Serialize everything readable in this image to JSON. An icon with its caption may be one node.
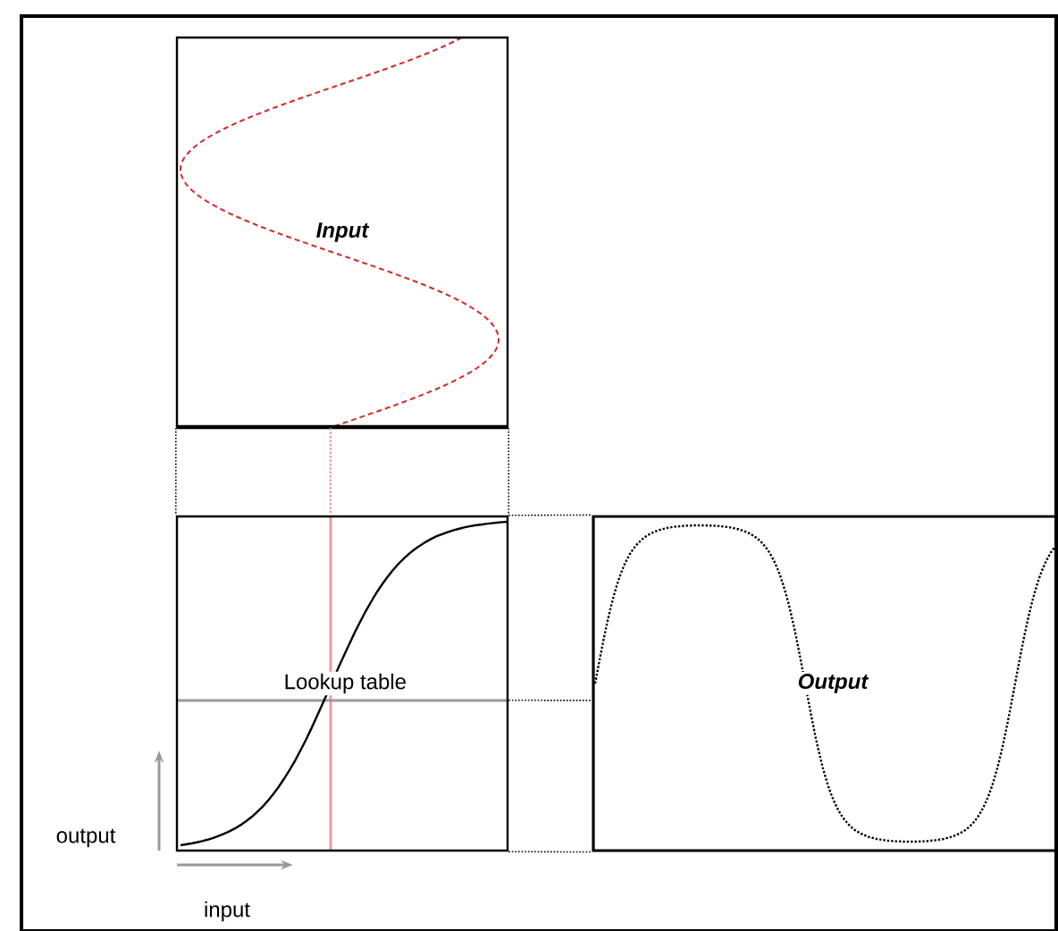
{
  "diagram": {
    "nodes": [
      {
        "text": [
          "Input"
        ]
      },
      {
        "text": [
          "Lookup table"
        ]
      },
      {
        "text": [
          "Output"
        ]
      }
    ],
    "edges": [
      {
        "from": 0,
        "to": 1,
        "arrow": "none",
        "style": "dashed"
      },
      {
        "from": 0,
        "to": 1,
        "arrow": "none",
        "style": "dashed",
        "color": "#e89aa4"
      },
      {
        "from": 0,
        "to": 1,
        "arrow": "none",
        "style": "dashed"
      },
      {
        "from": 1,
        "to": 2,
        "arrow": "none",
        "style": "dashed"
      },
      {
        "from": 1,
        "to": 2,
        "arrow": "none",
        "style": "dashed"
      },
      {
        "from": 1,
        "to": 2,
        "arrow": "none",
        "style": "dashed"
      }
    ],
    "labels": [
      "output",
      "input"
    ]
  }
}
